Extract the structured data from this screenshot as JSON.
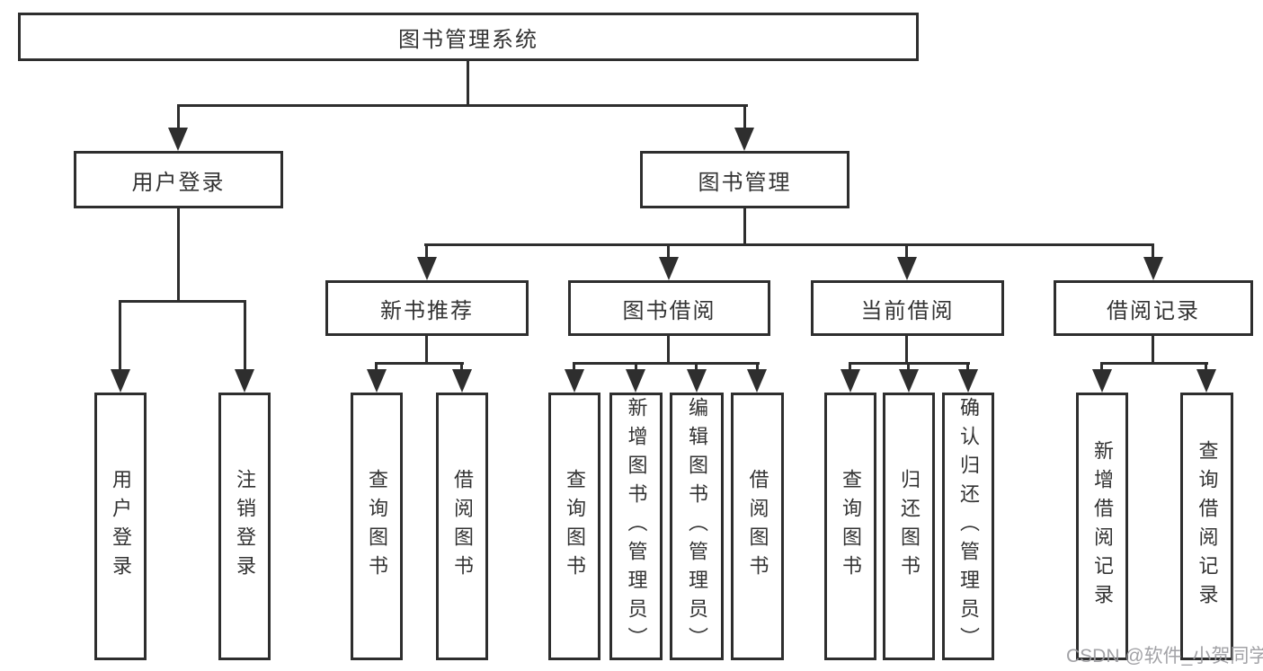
{
  "tree": {
    "root": {
      "label": "图书管理系统"
    },
    "branches": [
      {
        "label": "用户登录",
        "children": [
          {
            "label": "用户登录"
          },
          {
            "label": "注销登录"
          }
        ]
      },
      {
        "label": "图书管理",
        "children": [
          {
            "label": "新书推荐",
            "children": [
              {
                "label": "查询图书"
              },
              {
                "label": "借阅图书"
              }
            ]
          },
          {
            "label": "图书借阅",
            "children": [
              {
                "label": "查询图书"
              },
              {
                "label": "新增图书（管理员）"
              },
              {
                "label": "编辑图书（管理员）"
              },
              {
                "label": "借阅图书"
              }
            ]
          },
          {
            "label": "当前借阅",
            "children": [
              {
                "label": "查询图书"
              },
              {
                "label": "归还图书"
              },
              {
                "label": "确认归还（管理员）"
              }
            ]
          },
          {
            "label": "借阅记录",
            "children": [
              {
                "label": "新增借阅记录"
              },
              {
                "label": "查询借阅记录"
              }
            ]
          }
        ]
      }
    ]
  },
  "watermark": {
    "text": "CSDN @软件_小贺同学"
  },
  "colors": {
    "line": "#2e2e2e",
    "text": "#333333",
    "box_fill": "#ffffff",
    "background": "#ffffff",
    "watermark": "#9b9b9f"
  }
}
